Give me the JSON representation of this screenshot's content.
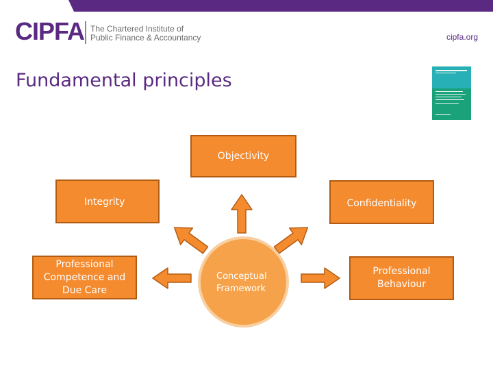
{
  "header": {
    "logo_text": "CIPFA",
    "logo_sub_line1": "The Chartered Institute of",
    "logo_sub_line2": "Public Finance & Accountancy",
    "website": "cipfa.org",
    "bar_color": "#5a2a82"
  },
  "slide": {
    "title": "Fundamental principles"
  },
  "diagram": {
    "principles": {
      "objectivity": "Objectivity",
      "integrity": "Integrity",
      "confidentiality": "Confidentiality",
      "competence_line1": "Professional",
      "competence_line2": "Competence and",
      "competence_line3": "Due Care",
      "behaviour_line1": "Professional",
      "behaviour_line2": "Behaviour"
    },
    "center_line1": "Conceptual",
    "center_line2": "Framework",
    "colors": {
      "box_fill": "#f58b2f",
      "box_border": "#b25c12",
      "center_fill": "#f6a24a"
    }
  }
}
